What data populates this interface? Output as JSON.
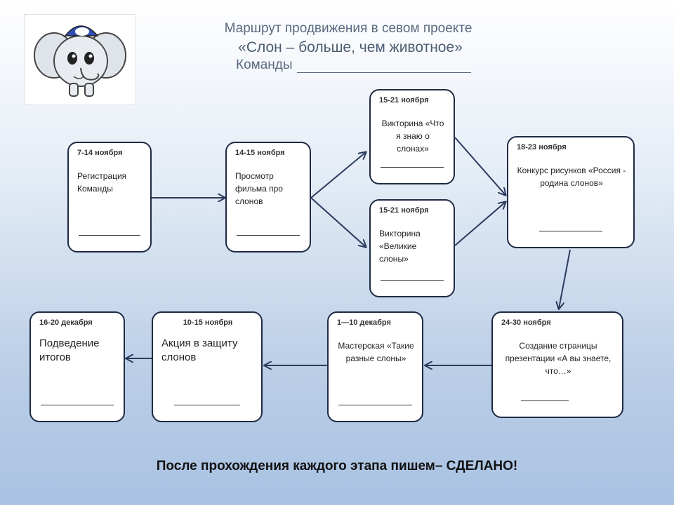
{
  "title": {
    "line1": "Маршрут продвижения  в севом проекте",
    "line2": "«Слон – больше, чем животное»",
    "line3": "Команды"
  },
  "logo": {
    "icon": "elephant-mascot-icon"
  },
  "stages": [
    {
      "date": "7-14 ноября",
      "text": "Регистрация Команды"
    },
    {
      "date": "14-15 ноября",
      "text": "Просмотр фильма про слонов"
    },
    {
      "date": "15-21 ноября",
      "text": "Викторина «Что я знаю о слонах»"
    },
    {
      "date": "15-21 ноября",
      "text": "Викторина «Великие слоны»"
    },
    {
      "date": "18-23 ноября",
      "text": "Конкурс рисунков «Россия - родина слонов»"
    },
    {
      "date": "24-30 ноября",
      "text": "Создание страницы презентации «А вы знаете, что…»"
    },
    {
      "date": "1—10 декабря",
      "text": "Мастерская «Такие разные слоны»"
    },
    {
      "date": "10-15 ноября",
      "text": "Акция в защиту слонов"
    },
    {
      "date": "16-20 декабря",
      "text": "Подведение итогов"
    }
  ],
  "footer": "После прохождения каждого этапа пишем– СДЕЛАНО!",
  "colors": {
    "arrow": "#2b3a5c",
    "border": "#1f2a44"
  }
}
